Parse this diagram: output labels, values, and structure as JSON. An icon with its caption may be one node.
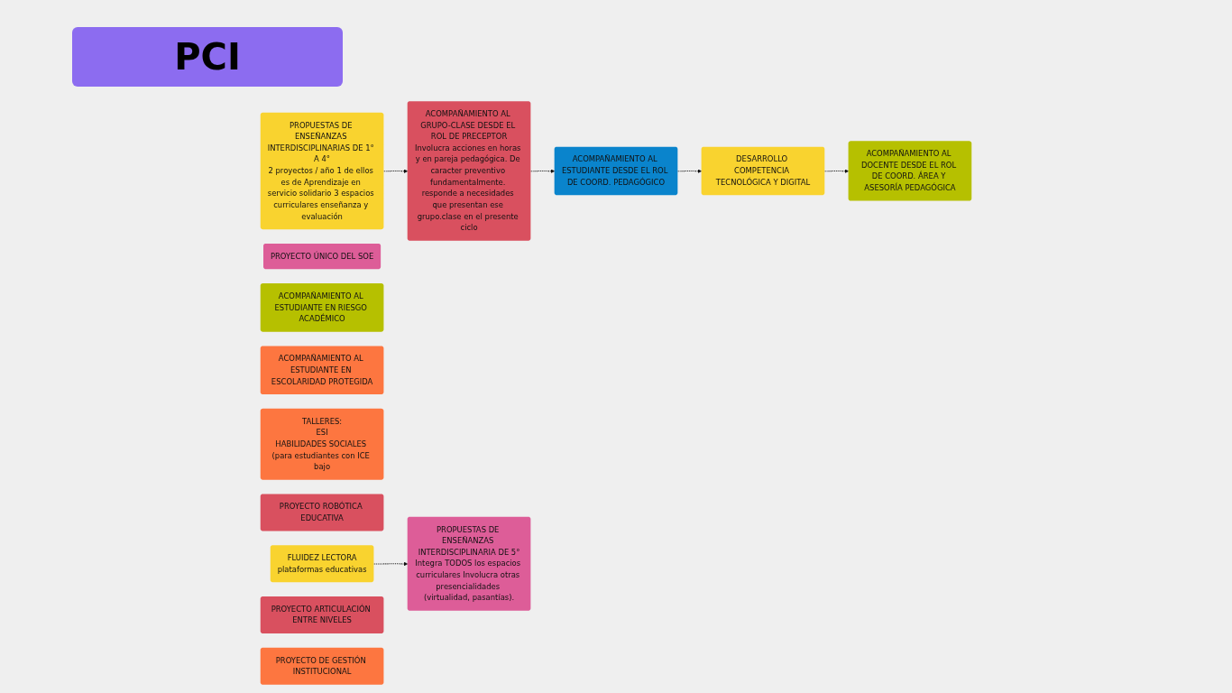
{
  "diagram": {
    "title": "PCI",
    "nodes": [
      {
        "text": [
          "PROPUESTAS DE ENSEÑANZAS INTERDISCIPLINARIAS DE 1° A 4°",
          "2 proyectos / año 1 de ellos es de Aprendizaje en servicio solidario 3 espacios curriculares enseñanza y evaluación"
        ]
      },
      {
        "text": [
          "ACOMPAÑAMIENTO AL GRUPO-CLASE DESDE EL ROL DE PRECEPTOR",
          "Involucra acciones en horas y en pareja pedagógica. De caracter preventivo fundamentalmente. responde a necesidades que presentan ese grupo.clase en el presente ciclo"
        ]
      },
      {
        "text": [
          "PROYECTO ÚNICO DEL SOE"
        ]
      },
      {
        "text": [
          "ACOMPAÑAMIENTO AL ESTUDIANTE DESDE EL ROL DE COORD. PEDAGÓGICO"
        ]
      },
      {
        "text": [
          "ACOMPAÑAMIENTO AL ESTUDIANTE EN RIESGO ACADÉMICO"
        ]
      },
      {
        "text": [
          "ACOMPAÑAMIENTO AL ESTUDIANTE EN ESCOLARIDAD PROTEGIDA"
        ]
      },
      {
        "text": [
          "TALLERES:",
          "ESI",
          "HABILIDADES SOCIALES (para estudiantes con ICE bajo"
        ]
      },
      {
        "text": [
          "DESARROLLO COMPETENCIA TECNOLÓGICA Y DIGITAL"
        ]
      },
      {
        "text": [
          "PROPUESTAS DE ENSEÑANZAS INTERDISCIPLINARIA DE 5°",
          "Integra TODOS los espacios curriculares Involucra otras presencialidades (virtualidad, pasantías)."
        ]
      },
      {
        "text": [
          "ACOMPAÑAMIENTO AL DOCENTE DESDE EL ROL DE COORD. ÁREA Y ASESORÍA PEDAGÓGICA"
        ]
      },
      {
        "text": [
          "PROYECTO ROBÓTICA EDUCATIVA"
        ]
      },
      {
        "text": [
          "FLUIDEZ LECTORA",
          "plataformas educativas"
        ]
      },
      {
        "text": [
          "PROYECTO ARTICULACIÓN ENTRE NIVELES"
        ]
      },
      {
        "text": [
          "PROYECTO DE GESTIÓN INSTITUCIONAL"
        ]
      }
    ],
    "edges": [
      {
        "from": 0,
        "to": 1,
        "arrow": "to",
        "style": "dashed"
      },
      {
        "from": 1,
        "to": 3,
        "arrow": "to",
        "style": "dashed"
      },
      {
        "from": 3,
        "to": 7,
        "arrow": "to",
        "style": "dashed"
      },
      {
        "from": 7,
        "to": 9,
        "arrow": "to",
        "style": "dashed"
      },
      {
        "from": 11,
        "to": 8,
        "arrow": "to",
        "style": "dashed"
      }
    ]
  }
}
